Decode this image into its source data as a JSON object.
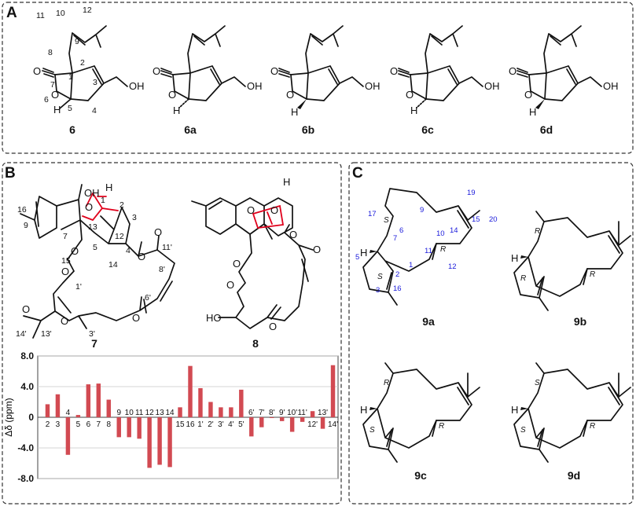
{
  "panels": {
    "a": "A",
    "b": "B",
    "c": "C"
  },
  "panel_a": {
    "compounds": [
      "6",
      "6a",
      "6b",
      "6c",
      "6d"
    ],
    "atom_numbers": [
      "11",
      "10",
      "12",
      "9",
      "8",
      "2",
      "1",
      "7",
      "3",
      "6",
      "5",
      "4"
    ],
    "atoms": {
      "o": "O",
      "oh": "OH",
      "h": "H"
    }
  },
  "panel_b": {
    "compounds": [
      "7",
      "8"
    ],
    "atoms": {
      "oh": "OH",
      "h": "H",
      "o": "O",
      "ho": "HO"
    },
    "atom_numbers": [
      "1",
      "2",
      "3",
      "16",
      "9",
      "12",
      "13",
      "7",
      "15",
      "5",
      "14",
      "4",
      "11'",
      "8'",
      "1'",
      "6'",
      "14'",
      "13'",
      "3'"
    ]
  },
  "panel_c": {
    "compounds": [
      "9a",
      "9b",
      "9c",
      "9d"
    ],
    "atom_numbers": [
      "17",
      "7",
      "9",
      "10",
      "14",
      "15",
      "19",
      "20",
      "5",
      "2",
      "11",
      "1",
      "12",
      "3",
      "16",
      "6"
    ],
    "stereo": {
      "s": "S",
      "r": "R"
    },
    "atoms": {
      "h": "H"
    }
  },
  "chart_data": {
    "type": "bar",
    "ylabel": "Δδ (ppm)",
    "ylim": [
      -8.0,
      8.0
    ],
    "yticks": [
      "8.0",
      "4.0",
      "0",
      "-4.0",
      "-8.0"
    ],
    "categories": [
      "2",
      "3",
      "4",
      "5",
      "6",
      "7",
      "8",
      "9",
      "10",
      "11",
      "12",
      "13",
      "14",
      "15",
      "16",
      "1'",
      "2'",
      "3'",
      "4'",
      "5'",
      "6'",
      "7'",
      "8'",
      "9'",
      "10'",
      "11'",
      "12'",
      "13'",
      "14'"
    ],
    "values": [
      1.7,
      3.0,
      -4.9,
      0.3,
      4.3,
      4.4,
      2.3,
      -2.6,
      -2.6,
      -2.8,
      -6.6,
      -6.2,
      -6.5,
      1.3,
      6.7,
      3.8,
      2.0,
      1.3,
      1.3,
      3.6,
      -2.5,
      -1.3,
      -0.1,
      -0.5,
      -1.9,
      -0.6,
      0.8,
      -1.5,
      6.8
    ]
  }
}
